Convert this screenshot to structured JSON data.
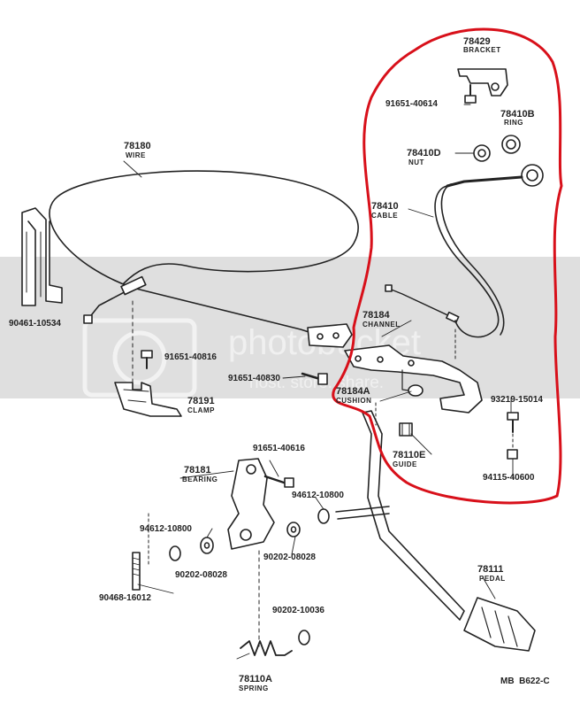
{
  "colors": {
    "highlight": "#d8101a",
    "ink": "#222222",
    "band": "#d4d4d4"
  },
  "watermark": {
    "main": "photobucket",
    "sub": "host. store. share."
  },
  "parts": {
    "p78429": {
      "number": "78429",
      "name": "BRACKET"
    },
    "p91651_40614": {
      "number": "91651-40614"
    },
    "p78410B": {
      "number": "78410B",
      "name": "RING"
    },
    "p78410D": {
      "number": "78410D",
      "name": "NUT"
    },
    "p78410": {
      "number": "78410",
      "name": "CABLE"
    },
    "p78180": {
      "number": "78180",
      "name": "WIRE"
    },
    "p90461_10534": {
      "number": "90461-10534"
    },
    "p78184": {
      "number": "78184",
      "name": "CHANNEL"
    },
    "p91651_40816": {
      "number": "91651-40816"
    },
    "p91651_40830": {
      "number": "91651-40830"
    },
    "p78184A": {
      "number": "78184A",
      "name": "CUSHION"
    },
    "p93219_15014": {
      "number": "93219-15014"
    },
    "p78191": {
      "number": "78191",
      "name": "CLAMP"
    },
    "p78110E": {
      "number": "78110E",
      "name": "GUIDE"
    },
    "p94115_40600": {
      "number": "94115-40600"
    },
    "p78181": {
      "number": "78181",
      "name": "BEARING"
    },
    "p91651_40616": {
      "number": "91651-40616"
    },
    "p94612_10800_a": {
      "number": "94612-10800"
    },
    "p94612_10800_b": {
      "number": "94612-10800"
    },
    "p90202_08028_a": {
      "number": "90202-08028"
    },
    "p90202_08028_b": {
      "number": "90202-08028"
    },
    "p90468_16012": {
      "number": "90468-16012"
    },
    "p78111": {
      "number": "78111",
      "name": "PEDAL"
    },
    "p90202_10036": {
      "number": "90202-10036"
    },
    "p78110A": {
      "number": "78110A",
      "name": "SPRING"
    }
  },
  "diagram_code": "MB  B622-C"
}
